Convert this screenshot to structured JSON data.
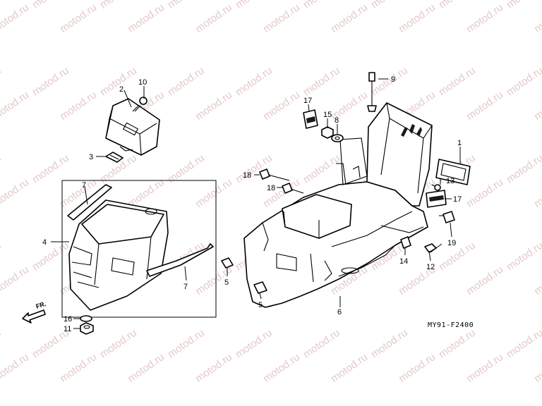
{
  "watermark": "motod.ru",
  "diagram_code": "MY91-F2400",
  "direction": "FR.",
  "callouts": [
    "1",
    "2",
    "3",
    "4",
    "5",
    "5",
    "6",
    "7",
    "7",
    "8",
    "9",
    "10",
    "11",
    "12",
    "13",
    "14",
    "15",
    "16",
    "17",
    "17",
    "18",
    "18",
    "19"
  ]
}
